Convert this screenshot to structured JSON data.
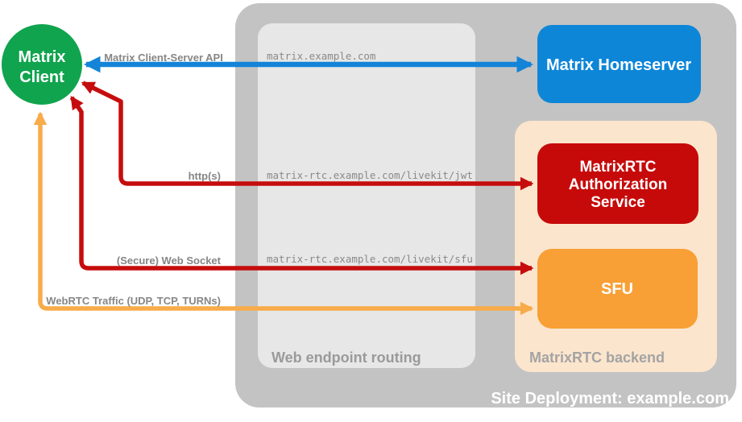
{
  "containers": {
    "site_deployment": {
      "label": "Site Deployment: example.com",
      "fill": "#c3c3c3",
      "label_color": "#ffffff"
    },
    "web_endpoint_routing": {
      "label": "Web endpoint routing",
      "fill": "#e7e7e7",
      "label_color": "#9a9a9a"
    },
    "matrixrtc_backend": {
      "label": "MatrixRTC backend",
      "fill": "#fce5cd",
      "label_color": "#a3a3a3"
    }
  },
  "nodes": {
    "matrix_client": {
      "lines": [
        "Matrix",
        "Client"
      ],
      "fill": "#10a44e",
      "text_color": "#ffffff"
    },
    "matrix_homeserver": {
      "label": "Matrix Homeserver",
      "fill": "#0d86d8",
      "text_color": "#ffffff"
    },
    "matrixrtc_authorization_service": {
      "lines": [
        "MatrixRTC",
        "Authorization",
        "Service"
      ],
      "fill": "#c60a0a",
      "text_color": "#ffffff"
    },
    "sfu": {
      "label": "SFU",
      "fill": "#f89f35",
      "text_color": "#ffffff"
    }
  },
  "edges": {
    "client_server_api": {
      "label": "Matrix Client-Server API",
      "endpoint": "matrix.example.com",
      "color": "#1384d8",
      "bidirectional": true
    },
    "http_jwt": {
      "label": "http(s)",
      "endpoint": "matrix-rtc.example.com/livekit/jwt",
      "color": "#c60d0d",
      "bidirectional": true
    },
    "websocket_sfu": {
      "label": "(Secure) Web Socket",
      "endpoint": "matrix-rtc.example.com/livekit/sfu",
      "color": "#c60d0d",
      "bidirectional": true
    },
    "webrtc_traffic": {
      "label": "WebRTC Traffic (UDP, TCP, TURNs)",
      "color": "#f8ab49",
      "bidirectional": true
    }
  }
}
